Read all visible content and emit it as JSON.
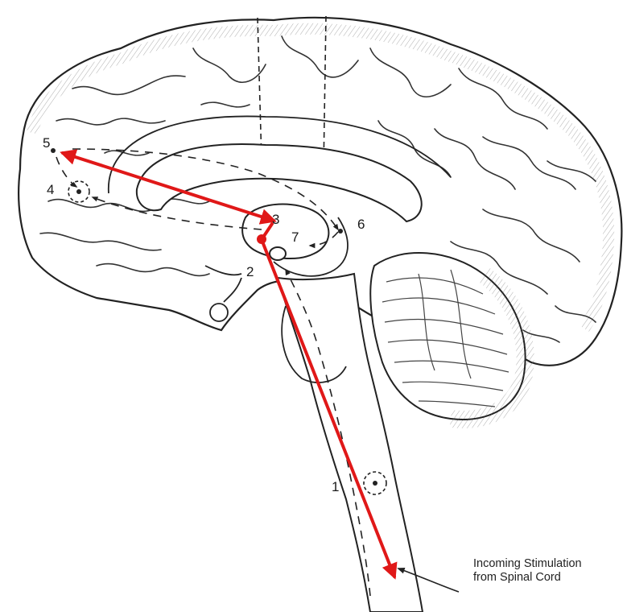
{
  "diagram": {
    "markers": [
      "1",
      "2",
      "3",
      "4",
      "5",
      "6",
      "7"
    ],
    "caption_lines": [
      "Incoming Stimulation",
      "from Spinal Cord"
    ],
    "colors": {
      "pathway_arrow": "#e01818",
      "line_art": "#222222",
      "background": "#ffffff"
    }
  }
}
